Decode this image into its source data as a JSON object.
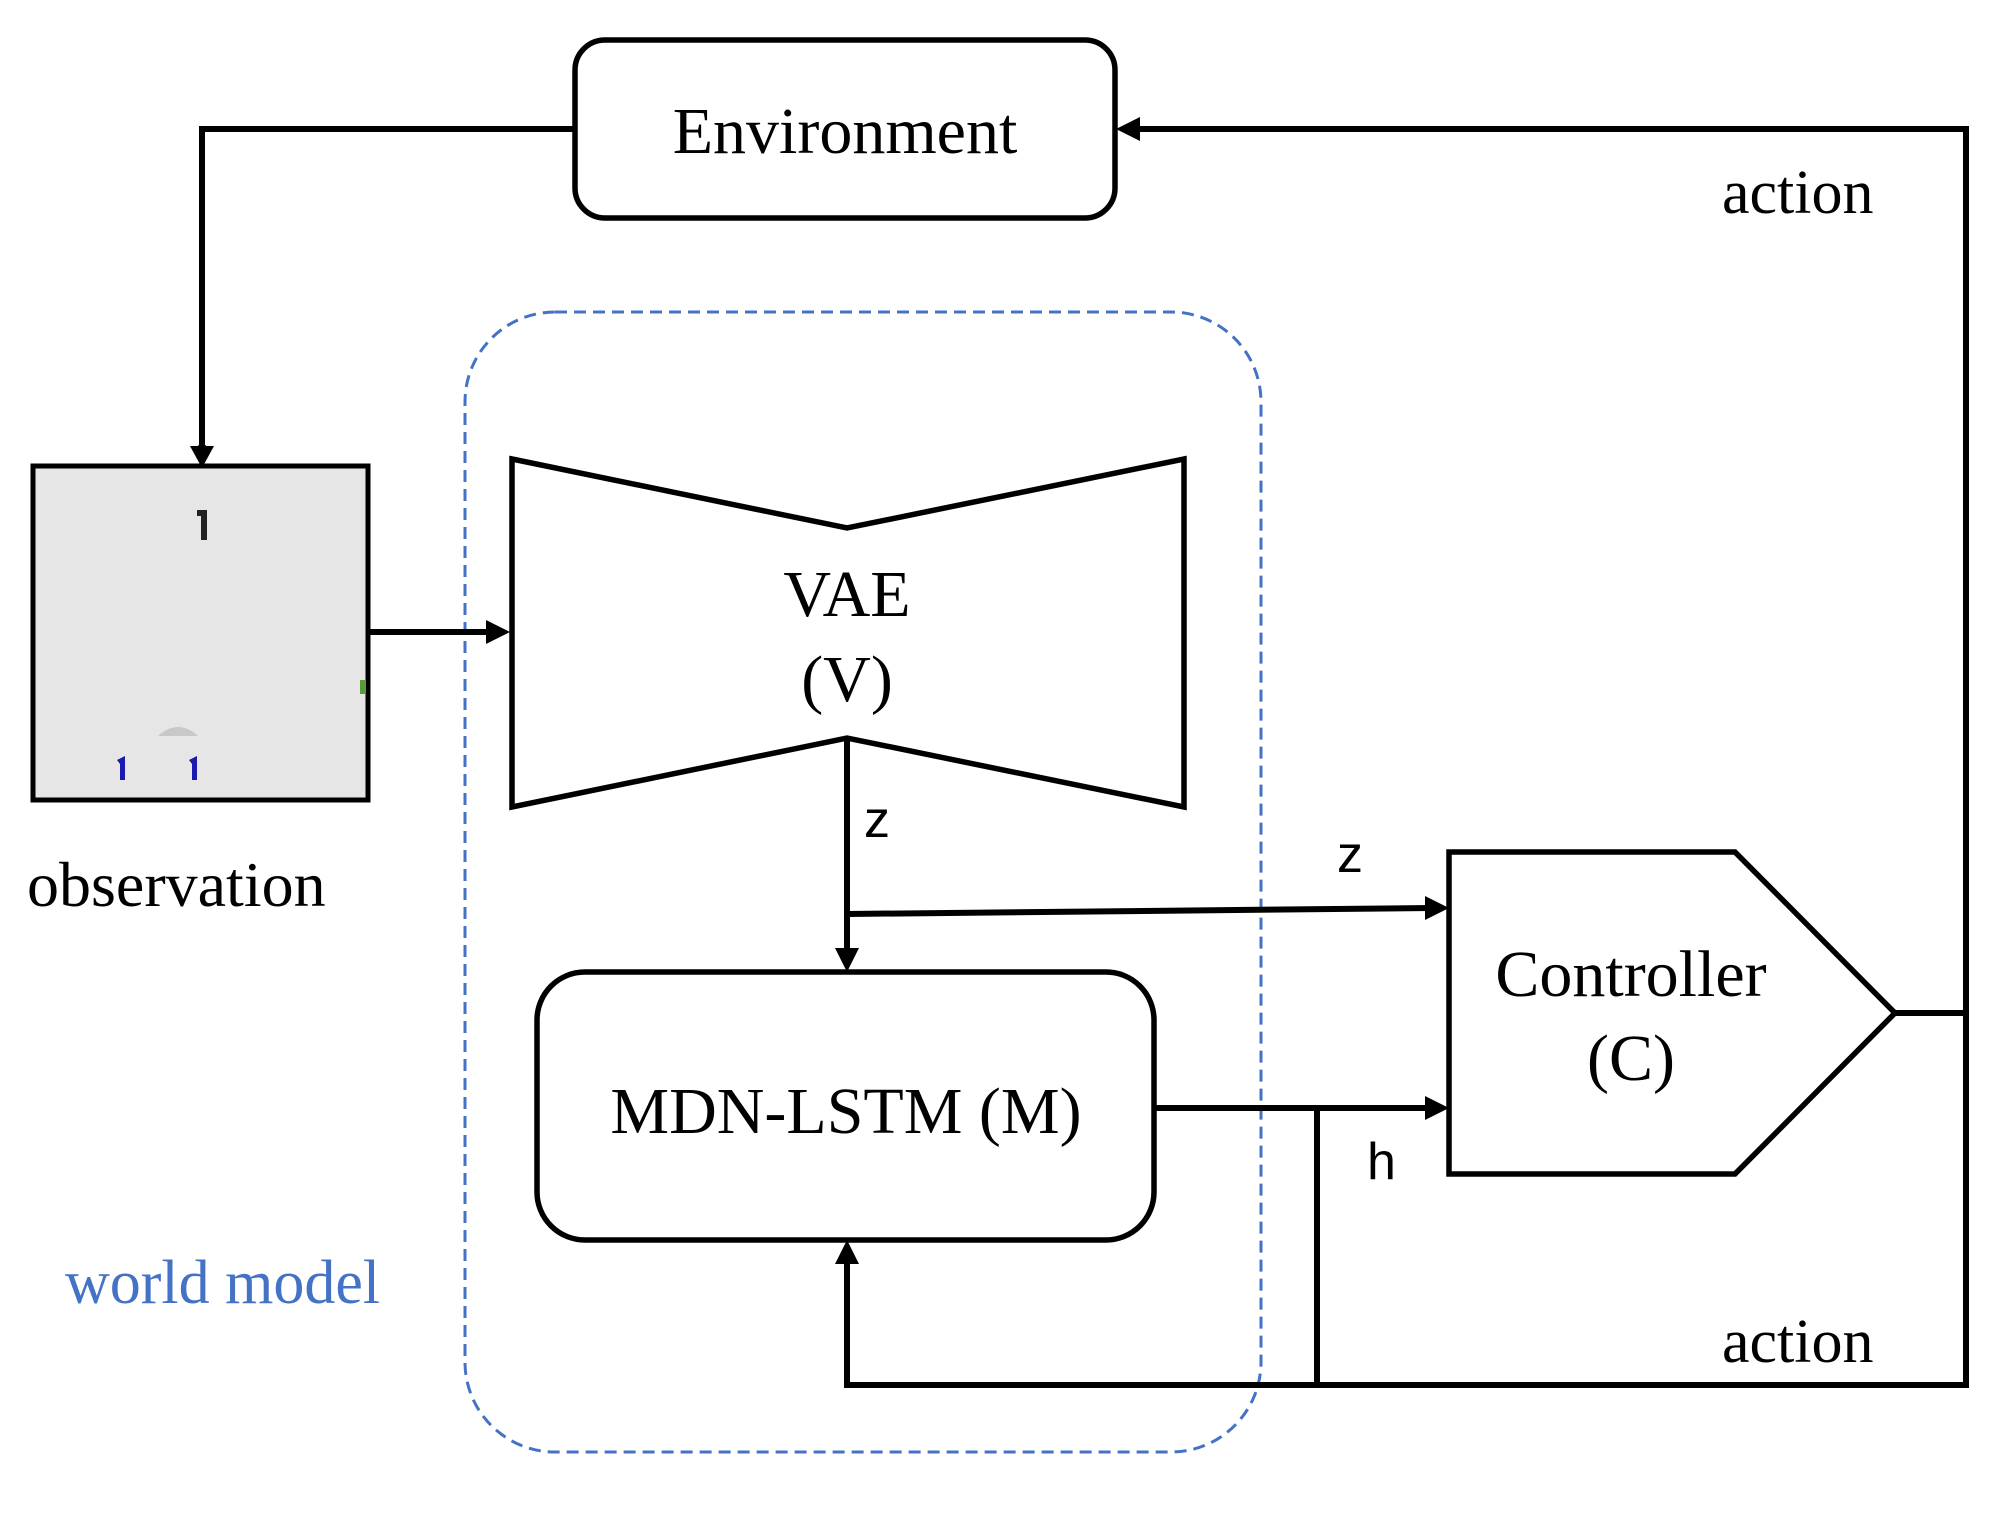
{
  "environment": {
    "label": "Environment"
  },
  "observation": {
    "label": "observation"
  },
  "vae": {
    "line1": "VAE",
    "line2": "(V)"
  },
  "mdn_lstm": {
    "label": "MDN-LSTM (M)"
  },
  "controller": {
    "line1": "Controller",
    "line2": "(C)"
  },
  "world_model": {
    "label": "world model"
  },
  "edges": {
    "z_from_vae": "z",
    "z_to_controller": "z",
    "h_to_controller": "h",
    "action_to_environment": "action",
    "action_to_mdn": "action"
  },
  "colors": {
    "stroke": "#000000",
    "world_model_accent": "#4472C4",
    "observation_frame_bg": "#e6e6e6"
  }
}
